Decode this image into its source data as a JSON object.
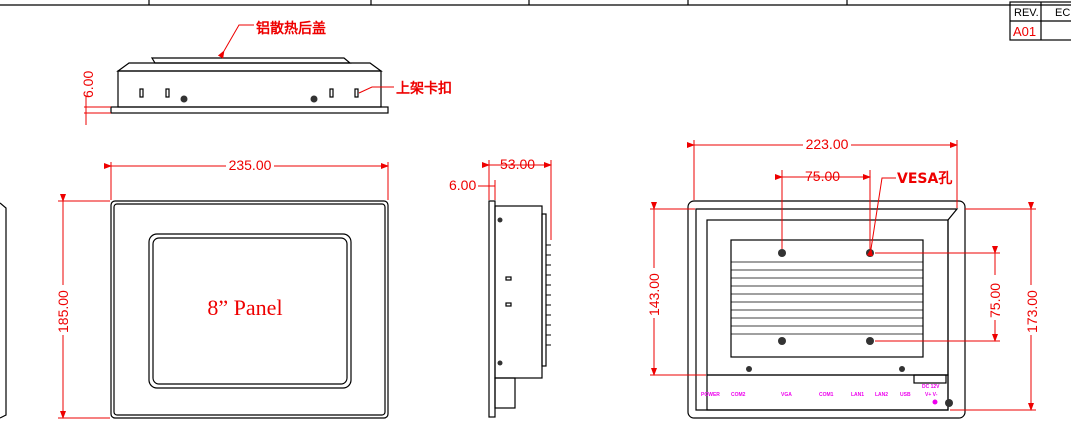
{
  "title_block": {
    "rev_label": "REV.",
    "ecn_label": "ECN",
    "rev_value": "A01"
  },
  "top_view": {
    "callout_heatsink": "铝散热后盖",
    "callout_clip": "上架卡扣",
    "dim_bezel": "6.00"
  },
  "front_view": {
    "width": "235.00",
    "height": "185.00",
    "panel_label": "8” Panel"
  },
  "side_view": {
    "depth": "53.00",
    "bezel": "6.00"
  },
  "rear_view": {
    "width": "223.00",
    "height": "173.00",
    "cutout_height": "143.00",
    "vesa_h": "75.00",
    "vesa_v": "75.00",
    "vesa_callout": "VESA孔",
    "ports": [
      "POWER",
      "COM2",
      "VGA",
      "COM1",
      "LAN1",
      "LAN2",
      "USB",
      "DC 12V",
      "V+ V-"
    ]
  },
  "colors": {
    "dimension": "#e00000",
    "port_labels": "#e000e0"
  }
}
